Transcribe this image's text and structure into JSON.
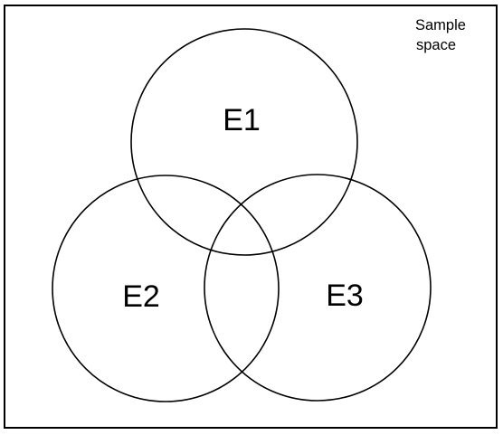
{
  "sample_space": {
    "label_line1": "Sample",
    "label_line2": "space"
  },
  "sets": [
    {
      "label": "E1"
    },
    {
      "label": "E2"
    },
    {
      "label": "E3"
    }
  ],
  "colors": {
    "stroke": "#000000",
    "background": "#ffffff"
  }
}
